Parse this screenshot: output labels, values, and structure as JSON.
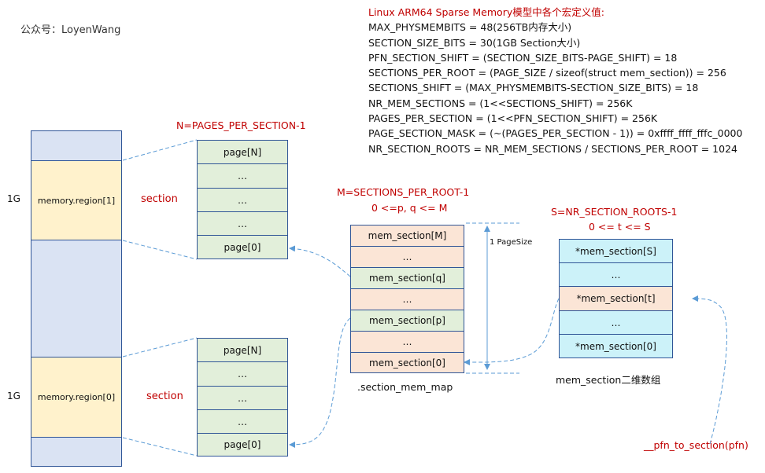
{
  "watermark": "公众号：LoyenWang",
  "defs": {
    "title": "Linux ARM64 Sparse Memory模型中各个宏定义值:",
    "lines": [
      "MAX_PHYSMEMBITS = 48(256TB内存大小)",
      "SECTION_SIZE_BITS = 30(1GB Section大小)",
      "PFN_SECTION_SHIFT = (SECTION_SIZE_BITS-PAGE_SHIFT) = 18",
      "SECTIONS_PER_ROOT = (PAGE_SIZE / sizeof(struct mem_section)) = 256",
      "SECTIONS_SHIFT = (MAX_PHYSMEMBITS-SECTION_SIZE_BITS) = 18",
      "NR_MEM_SECTIONS = (1<<SECTIONS_SHIFT) = 256K",
      "PAGES_PER_SECTION = (1<<PFN_SECTION_SHIFT) = 256K",
      "PAGE_SECTION_MASK = (~(PAGES_PER_SECTION - 1)) = 0xffff_ffff_fffc_0000",
      "NR_SECTION_ROOTS = NR_MEM_SECTIONS / SECTIONS_PER_ROOT = 1024"
    ]
  },
  "memory": {
    "size_upper": "1G",
    "size_lower": "1G",
    "region1": "memory.region[1]",
    "region0": "memory.region[0]",
    "section_upper": "section",
    "section_lower": "section"
  },
  "pages": {
    "n_label": "N=PAGES_PER_SECTION-1",
    "upper": [
      "page[N]",
      "…",
      "…",
      "…",
      "page[0]"
    ],
    "lower": [
      "page[N]",
      "…",
      "…",
      "…",
      "page[0]"
    ]
  },
  "section_mem_map": {
    "m_label": "M=SECTIONS_PER_ROOT-1",
    "range": "0 <=p, q <= M",
    "cells": [
      "mem_section[M]",
      "…",
      "mem_section[q]",
      "…",
      "mem_section[p]",
      "…",
      "mem_section[0]"
    ],
    "name": ".section_mem_map",
    "pagesize": "1 PageSize"
  },
  "roots": {
    "s_label": "S=NR_SECTION_ROOTS-1",
    "range": "0 <= t <= S",
    "cells": [
      "*mem_section[S]",
      "…",
      "*mem_section[t]",
      "…",
      "*mem_section[0]"
    ],
    "name": "mem_section二维数组"
  },
  "func": "__pfn_to_section(pfn)",
  "colors": {
    "mem_column": "#dae3f3",
    "region": "#fff2cc",
    "page_cell": "#e2efda",
    "section_odd": "#fbe5d6",
    "root_cell": "#ccf2f9",
    "border": "#2f5597",
    "arrow": "#5b9bd5",
    "label_red": "#c00000"
  }
}
